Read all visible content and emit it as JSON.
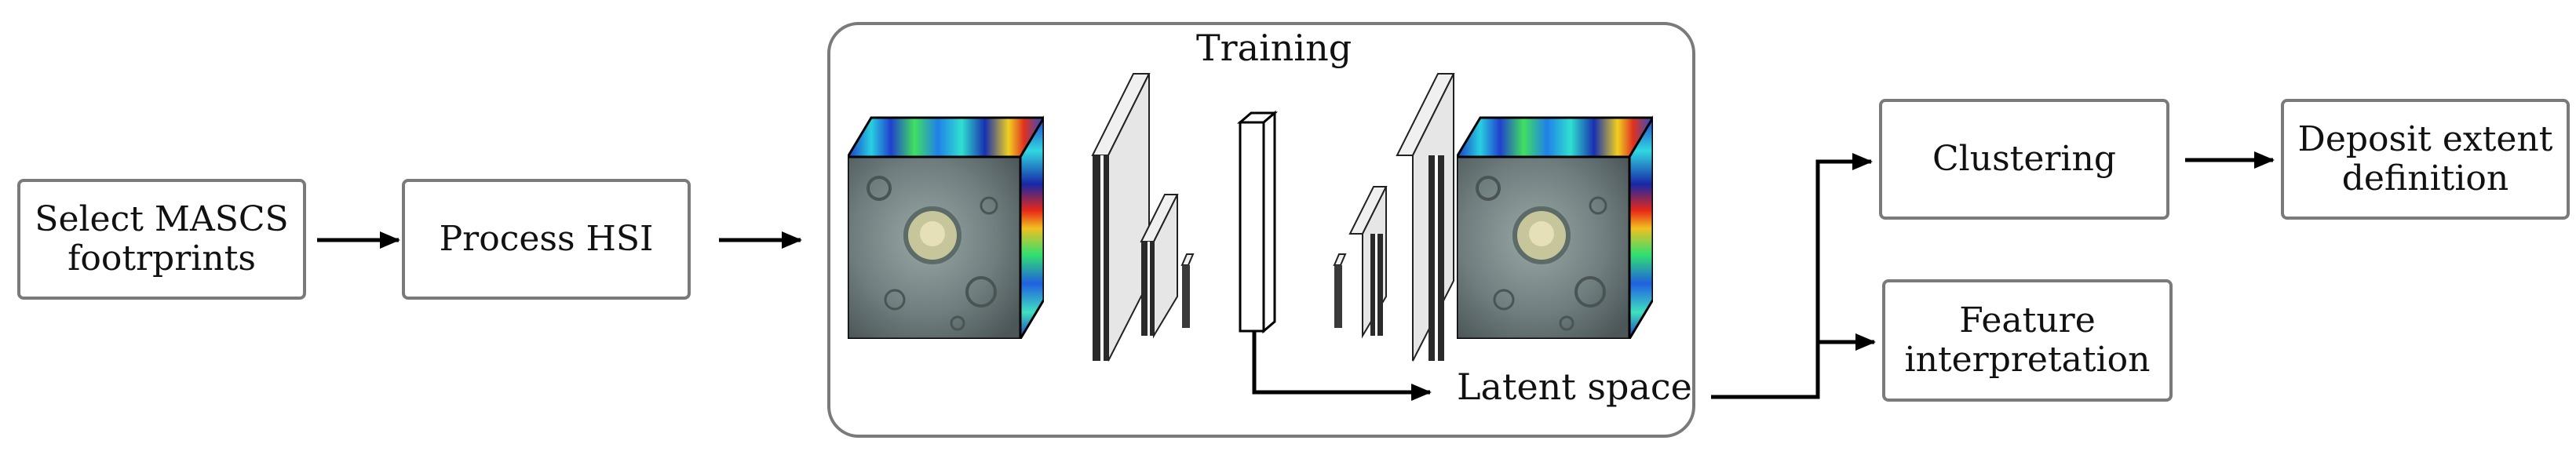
{
  "boxes": {
    "select": "Select MASCS\nfootrprints",
    "process": "Process HSI",
    "clustering": "Clustering",
    "deposit": "Deposit extent\ndefinition",
    "feature": "Feature\ninterpretation"
  },
  "training": {
    "title": "Training",
    "latent": "Latent space"
  },
  "colors": {
    "border": "#7a7a7a",
    "arrow": "#000000",
    "plate": "#e6e6e6"
  }
}
